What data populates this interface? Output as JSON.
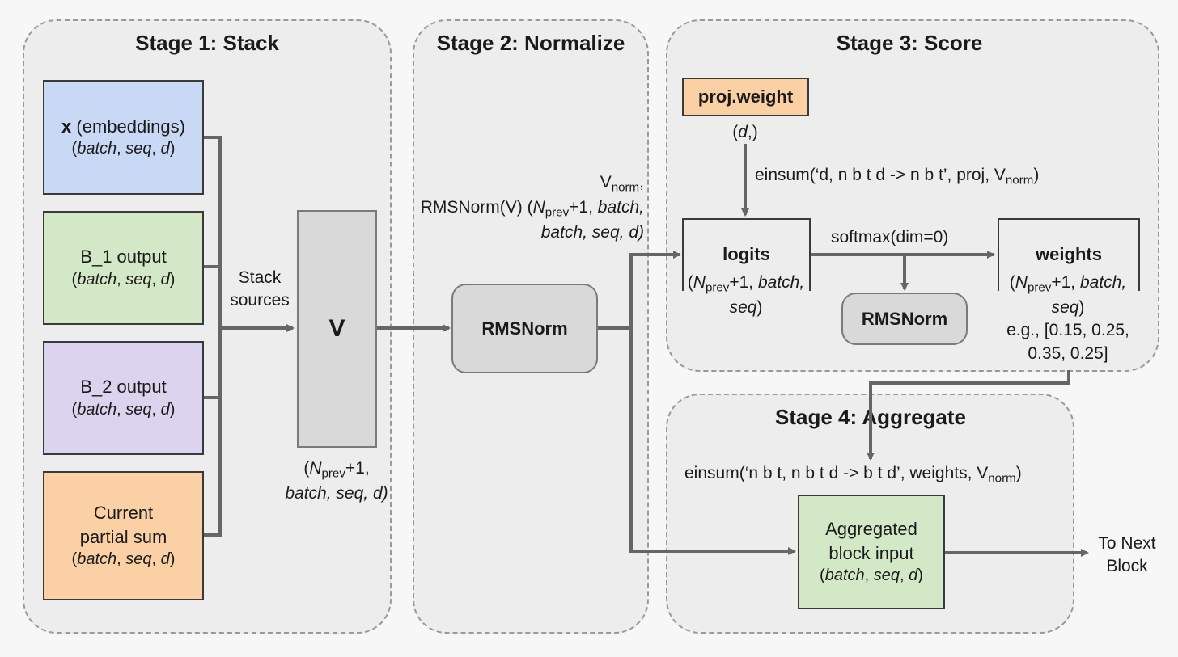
{
  "stages": {
    "s1": "Stage 1: Stack",
    "s2": "Stage 2: Normalize",
    "s3": "Stage 3: Score",
    "s4": "Stage 4: Aggregate"
  },
  "sources": {
    "x": {
      "name": "x",
      "desc": " (embeddings)"
    },
    "b1": "B_1 output",
    "b2": "B_2 output",
    "cur1": "Current",
    "cur2": "partial sum"
  },
  "shape_bsd": {
    "a": "batch",
    "b": "seq",
    "c": "d",
    "sep": ", ",
    "open": "(",
    "close": ")"
  },
  "stack_label": {
    "l1": "Stack",
    "l2": "sources"
  },
  "v": {
    "label": "V",
    "shape_open": "(",
    "N": "N",
    "prev": "prev",
    "plus": "+1,",
    "rest": "seq, d)",
    "batch": "batch,"
  },
  "rmsnorm": "RMSNorm",
  "vnorm_label": {
    "V": "V",
    "norm": "norm",
    "comma": ",",
    "func": "RMSNorm(V) (",
    "N": "N",
    "prev": "prev",
    "plus": "+1, ",
    "batch1": "batch,",
    "line3": "batch, seq, d)"
  },
  "proj": {
    "label": "proj.weight",
    "shape_open": "(",
    "shape_d": "d",
    "shape_close": ",)"
  },
  "einsum1": {
    "pre": "einsum(‘d, n b t d -> n b t’, proj, V",
    "norm": "norm",
    "post": ")"
  },
  "logits": {
    "label": "logits",
    "open": "(",
    "N": "N",
    "prev": "prev",
    "plus": "+1, ",
    "batch": "batch,",
    "seq": "seq",
    "close": ")"
  },
  "softmax": "softmax(dim=0)",
  "weights": {
    "label": "weights",
    "open": "(",
    "N": "N",
    "prev": "prev",
    "plus": "+1, ",
    "batch": "batch,",
    "seq": "seq",
    "close": ")",
    "eg1": "e.g., [0.15, 0.25,",
    "eg2": "0.35, 0.25]"
  },
  "einsum2": {
    "pre": "einsum(‘n b t, n b t d -> b t d’, weights, V",
    "norm": "norm",
    "post": ")"
  },
  "aggregated": {
    "l1": "Aggregated",
    "l2": "block input"
  },
  "to_next": {
    "l1": "To Next",
    "l2": "Block"
  },
  "colors": {
    "blue": "#c9d9f5",
    "green": "#d3e8c6",
    "purple": "#dcd4ee",
    "orange": "#fbd0a4",
    "gray": "#d9d9d9",
    "arrow": "#666666"
  }
}
